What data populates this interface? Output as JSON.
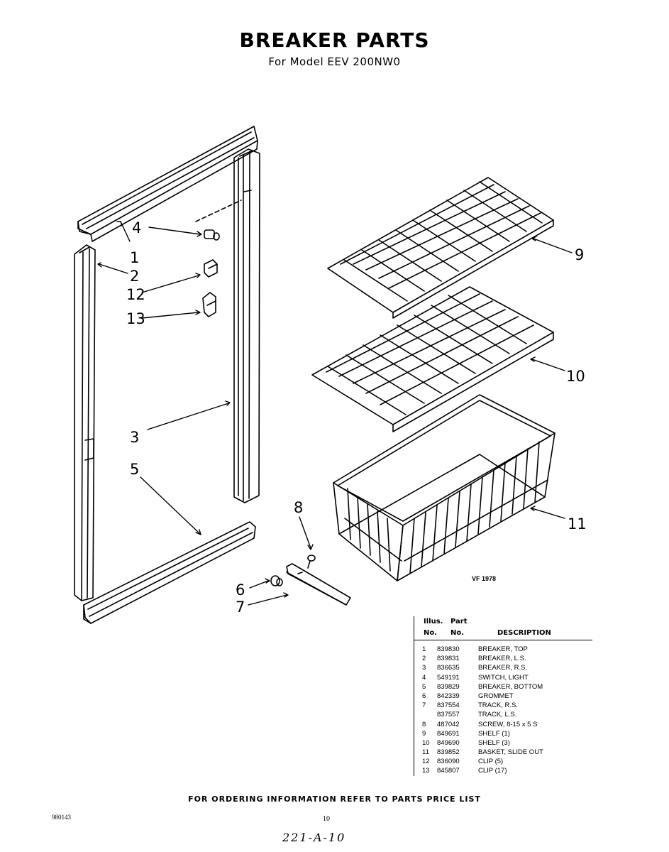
{
  "header": {
    "title": "BREAKER PARTS",
    "subtitle": "For Model EEV 200NW0"
  },
  "diagram": {
    "callouts": [
      "1",
      "2",
      "3",
      "4",
      "5",
      "6",
      "7",
      "8",
      "9",
      "10",
      "11",
      "12",
      "13"
    ],
    "figure_code": "VF 1978"
  },
  "parts_table": {
    "header_line1": [
      "Illus.",
      "Part"
    ],
    "header_line2": [
      "No.",
      "No.",
      "DESCRIPTION"
    ],
    "rows": [
      {
        "illus": "1",
        "part": "839830",
        "desc": "BREAKER, TOP"
      },
      {
        "illus": "2",
        "part": "839831",
        "desc": "BREAKER, L.S."
      },
      {
        "illus": "3",
        "part": "836635",
        "desc": "BREAKER, R.S."
      },
      {
        "illus": "4",
        "part": "549191",
        "desc": "SWITCH, LIGHT"
      },
      {
        "illus": "5",
        "part": "839829",
        "desc": "BREAKER, BOTTOM"
      },
      {
        "illus": "6",
        "part": "842339",
        "desc": "GROMMET"
      },
      {
        "illus": "7",
        "part": "837554",
        "desc": "TRACK, R.S."
      },
      {
        "illus": "",
        "part": "837557",
        "desc": "TRACK, L.S."
      },
      {
        "illus": "8",
        "part": "487042",
        "desc": "SCREW, 8-15 x 5 S"
      },
      {
        "illus": "9",
        "part": "849691",
        "desc": "SHELF (1)"
      },
      {
        "illus": "10",
        "part": "849690",
        "desc": "SHELF (3)"
      },
      {
        "illus": "11",
        "part": "839852",
        "desc": "BASKET, SLIDE OUT"
      },
      {
        "illus": "12",
        "part": "836090",
        "desc": "CLIP (5)"
      },
      {
        "illus": "13",
        "part": "845807",
        "desc": "CLIP (17)"
      }
    ]
  },
  "footer": {
    "ordering_note": "FOR ORDERING INFORMATION REFER TO PARTS PRICE LIST",
    "doc_number": "980143",
    "page_number": "10",
    "handwritten_note": "221-A-10"
  }
}
